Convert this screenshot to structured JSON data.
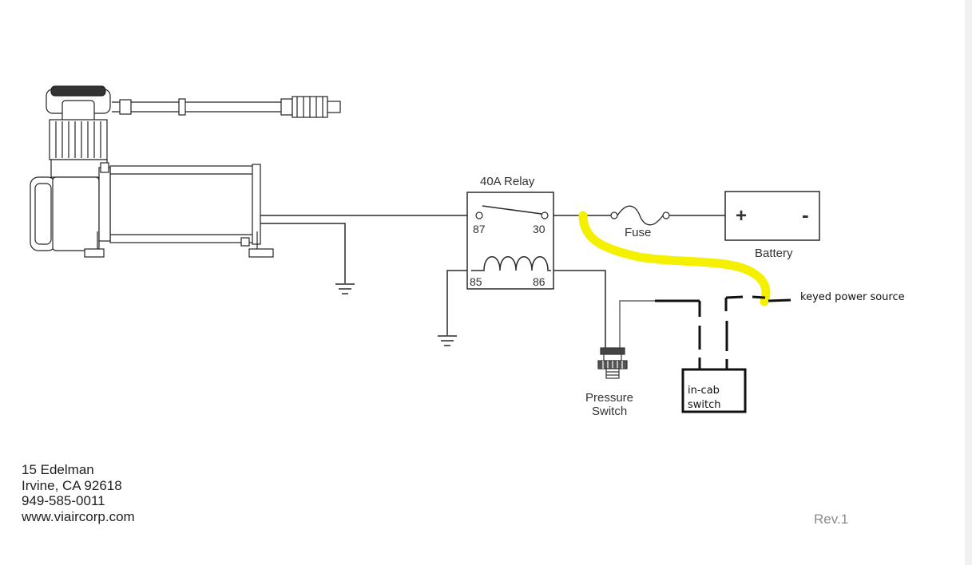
{
  "labels": {
    "relay": "40A Relay",
    "pin87": "87",
    "pin30": "30",
    "pin85": "85",
    "pin86": "86",
    "fuse": "Fuse",
    "battery": "Battery",
    "battery_plus": "+",
    "battery_minus": "-",
    "pressure_switch_line1": "Pressure",
    "pressure_switch_line2": "Switch",
    "incab_line1": "in-cab",
    "incab_line2": "switch",
    "keyed_power": "keyed power source"
  },
  "footer": {
    "address_lines": [
      "15 Edelman",
      "Irvine, CA 92618",
      "949-585-0011",
      "www.viaircorp.com"
    ],
    "revision": "Rev.1"
  },
  "colors": {
    "wire": "#2a2a2a",
    "wire_gray": "#666666",
    "highlight": "#f5f000",
    "handdrawn": "#111111"
  }
}
